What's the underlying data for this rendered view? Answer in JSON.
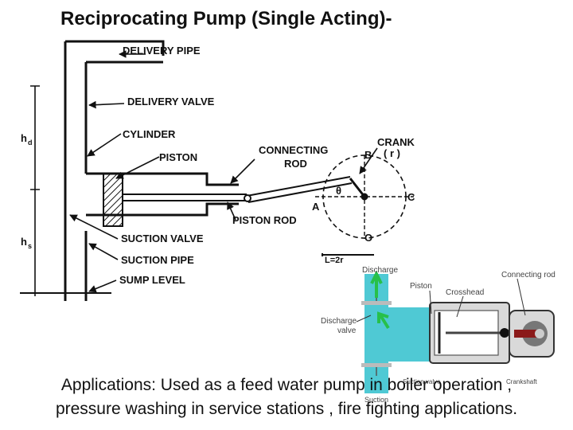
{
  "title": "Reciprocating Pump (Single Acting)-",
  "diagram1": {
    "labels": {
      "delivery_pipe": "DELIVERY PIPE",
      "delivery_valve": "DELIVERY VALVE",
      "cylinder": "CYLINDER",
      "piston": "PISTON",
      "connecting_rod": "CONNECTING",
      "connecting_rod2": "ROD",
      "crank": "CRANK",
      "crank_r": "( r )",
      "piston_rod": "PISTON ROD",
      "suction_valve": "SUCTION VALVE",
      "suction_pipe": "SUCTION PIPE",
      "sump_level": "SUMP LEVEL",
      "hd": "h",
      "hd_sub": "d",
      "hs": "h",
      "hs_sub": "s",
      "point_a": "A",
      "point_b": "B",
      "point_c": "C",
      "point_o": "O",
      "theta": "θ",
      "stroke": "L=2r"
    }
  },
  "diagram2": {
    "labels": {
      "discharge": "Discharge",
      "connecting_rod": "Connecting rod",
      "piston": "Piston",
      "crosshead": "Crosshead",
      "discharge_valve": "Discharge",
      "discharge_valve2": "valve",
      "suction_valve": "Suction valve",
      "crankshaft": "Crankshaft",
      "suction": "Suction"
    },
    "colors": {
      "water": "#4fc9d4",
      "arrow": "#27c04a",
      "rod": "#8b1a1a",
      "body": "#d9d9d9"
    }
  },
  "caption": {
    "line1": "Applications: Used as a  feed water pump in boiler operation ,",
    "line2": "pressure washing in service stations , fire fighting applications."
  }
}
